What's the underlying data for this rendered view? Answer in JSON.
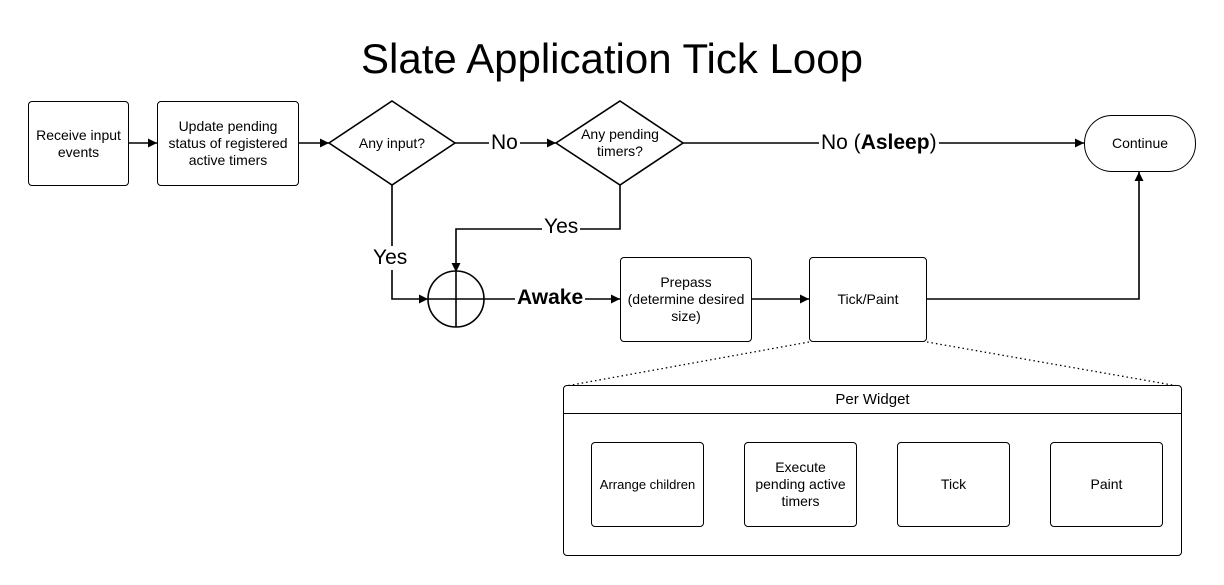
{
  "title": "Slate Application Tick Loop",
  "nodes": {
    "receive_input": "Receive input events",
    "update_pending": "Update pending status of registered active timers",
    "any_input": "Any input?",
    "any_pending": "Any pending timers?",
    "continue": "Continue",
    "prepass": "Prepass (determine desired size)",
    "tick_paint": "Tick/Paint"
  },
  "edge_labels": {
    "no": "No",
    "no_asleep_prefix": "No (",
    "no_asleep_bold": "Asleep",
    "no_asleep_suffix": ")",
    "yes_pending": "Yes",
    "yes_input": "Yes",
    "awake": "Awake"
  },
  "per_widget": {
    "title": "Per Widget",
    "arrange": "Arrange children",
    "execute": "Execute pending active timers",
    "tick": "Tick",
    "paint": "Paint"
  }
}
